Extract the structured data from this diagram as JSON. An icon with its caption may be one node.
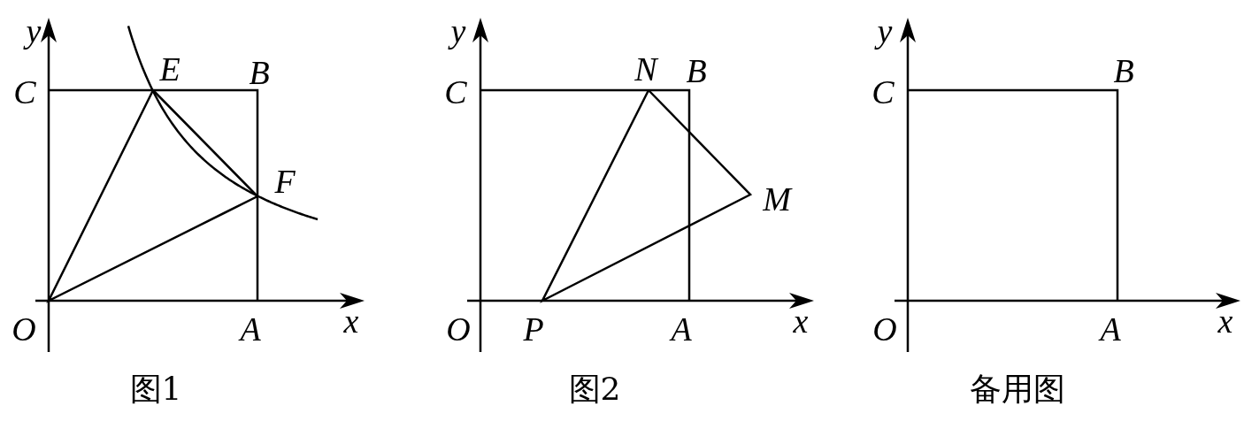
{
  "diagram": {
    "labels": [
      "y",
      "C",
      "E",
      "B",
      "F",
      "O",
      "A",
      "x",
      "图1",
      "y",
      "C",
      "N",
      "B",
      "M",
      "O",
      "P",
      "A",
      "x",
      "图2",
      "y",
      "C",
      "B",
      "O",
      "A",
      "x",
      "备用图"
    ]
  }
}
